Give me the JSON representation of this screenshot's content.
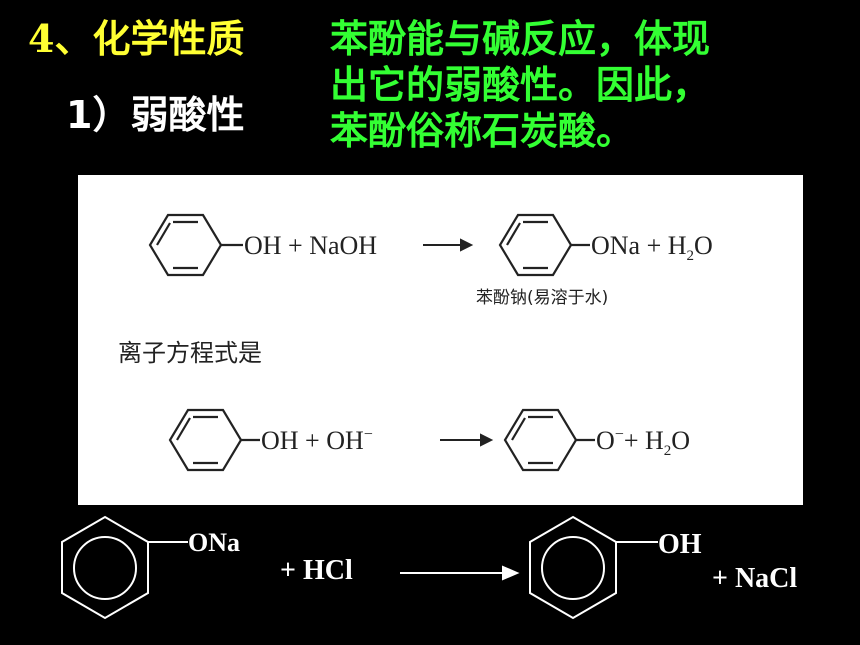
{
  "header": {
    "section_title": "4、化学性质",
    "sub_title": "1）弱酸性",
    "desc_lines": [
      "苯酚能与碱反应，体现",
      "出它的弱酸性。因此，",
      "苯酚俗称石炭酸。"
    ]
  },
  "scan": {
    "eq1_left": "OH + NaOH",
    "eq1_right_group": "ONa + H",
    "sub2": "2",
    "water_o": "O",
    "eq1_caption": "苯酚钠(易溶于水)",
    "ionic_label": "离子方程式是",
    "eq2_left_oh": "OH + OH",
    "minus": "−",
    "eq2_right_o": "O",
    "eq2_plus_h": "+ H"
  },
  "bottom_eq": {
    "reactant_group": "ONa",
    "plus_hcl": "+ HCl",
    "product_group": "OH",
    "plus_nacl": "+ NaCl"
  },
  "colors": {
    "title": "#ffff33",
    "desc": "#33ff33",
    "subtitle": "#ffffff",
    "background": "#000000"
  }
}
